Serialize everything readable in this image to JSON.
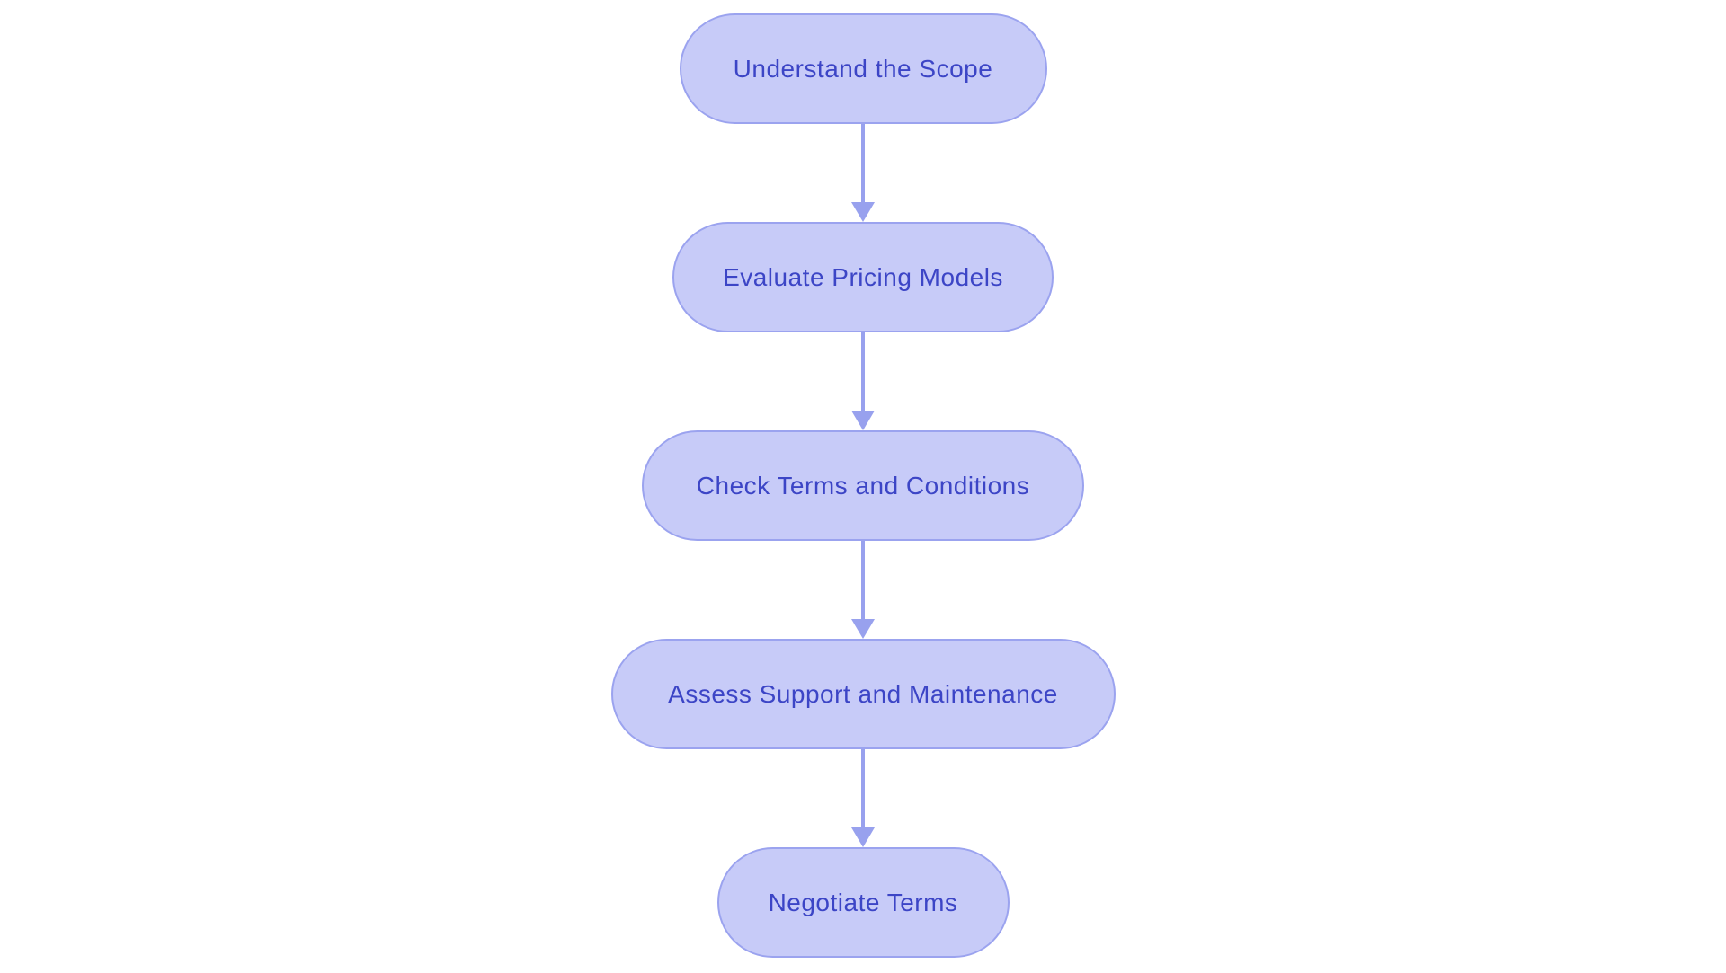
{
  "diagram": {
    "type": "flowchart",
    "direction": "top-down",
    "nodes": [
      {
        "label": "Understand the Scope"
      },
      {
        "label": "Evaluate Pricing Models"
      },
      {
        "label": "Check Terms and Conditions"
      },
      {
        "label": "Assess Support and Maintenance"
      },
      {
        "label": "Negotiate Terms"
      }
    ],
    "edges": [
      {
        "from": "Understand the Scope",
        "to": "Evaluate Pricing Models"
      },
      {
        "from": "Evaluate Pricing Models",
        "to": "Check Terms and Conditions"
      },
      {
        "from": "Check Terms and Conditions",
        "to": "Assess Support and Maintenance"
      },
      {
        "from": "Assess Support and Maintenance",
        "to": "Negotiate Terms"
      }
    ],
    "colors": {
      "node_fill": "#c7cbf8",
      "node_border": "#9ba3ef",
      "node_text": "#3c45c6",
      "arrow": "#98a1ee",
      "background": "#ffffff"
    }
  }
}
